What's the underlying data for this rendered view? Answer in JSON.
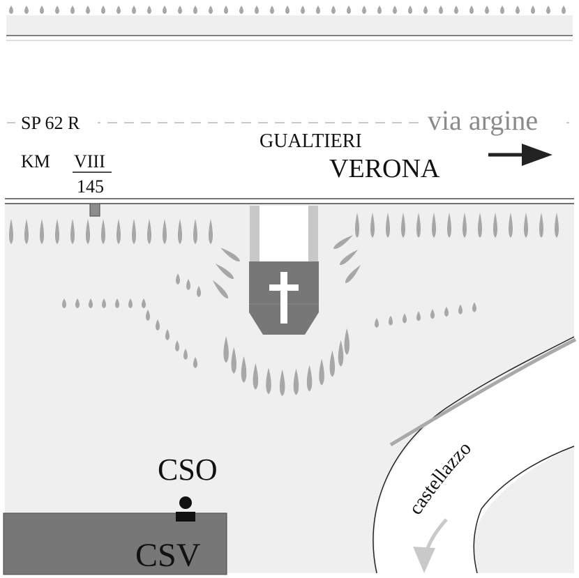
{
  "labels": {
    "road_code": "SP 62 R",
    "km_prefix": "KM",
    "km_roman": "VIII",
    "km_number": "145",
    "town_small": "GUALTIERI",
    "town_large": "VERONA",
    "street_top": "via argine",
    "street_curved": "castellazzo",
    "cso": "CSO",
    "csv": "CSV"
  },
  "colors": {
    "ground": "#eeefee",
    "structure": "#777777",
    "road_edge": "#222222",
    "tree": "#a7a7a7",
    "arrow_dark": "#222222",
    "arrow_light": "#c9c9c9",
    "text_dark": "#111111",
    "text_gray": "#8a8a8a"
  },
  "icons": {
    "direction_arrow": "arrow-right-icon",
    "church": "cross-icon",
    "km_marker": "milestone-icon",
    "person": "person-icon",
    "tree": "tree-icon",
    "flow_arrow": "arrow-down-icon"
  }
}
